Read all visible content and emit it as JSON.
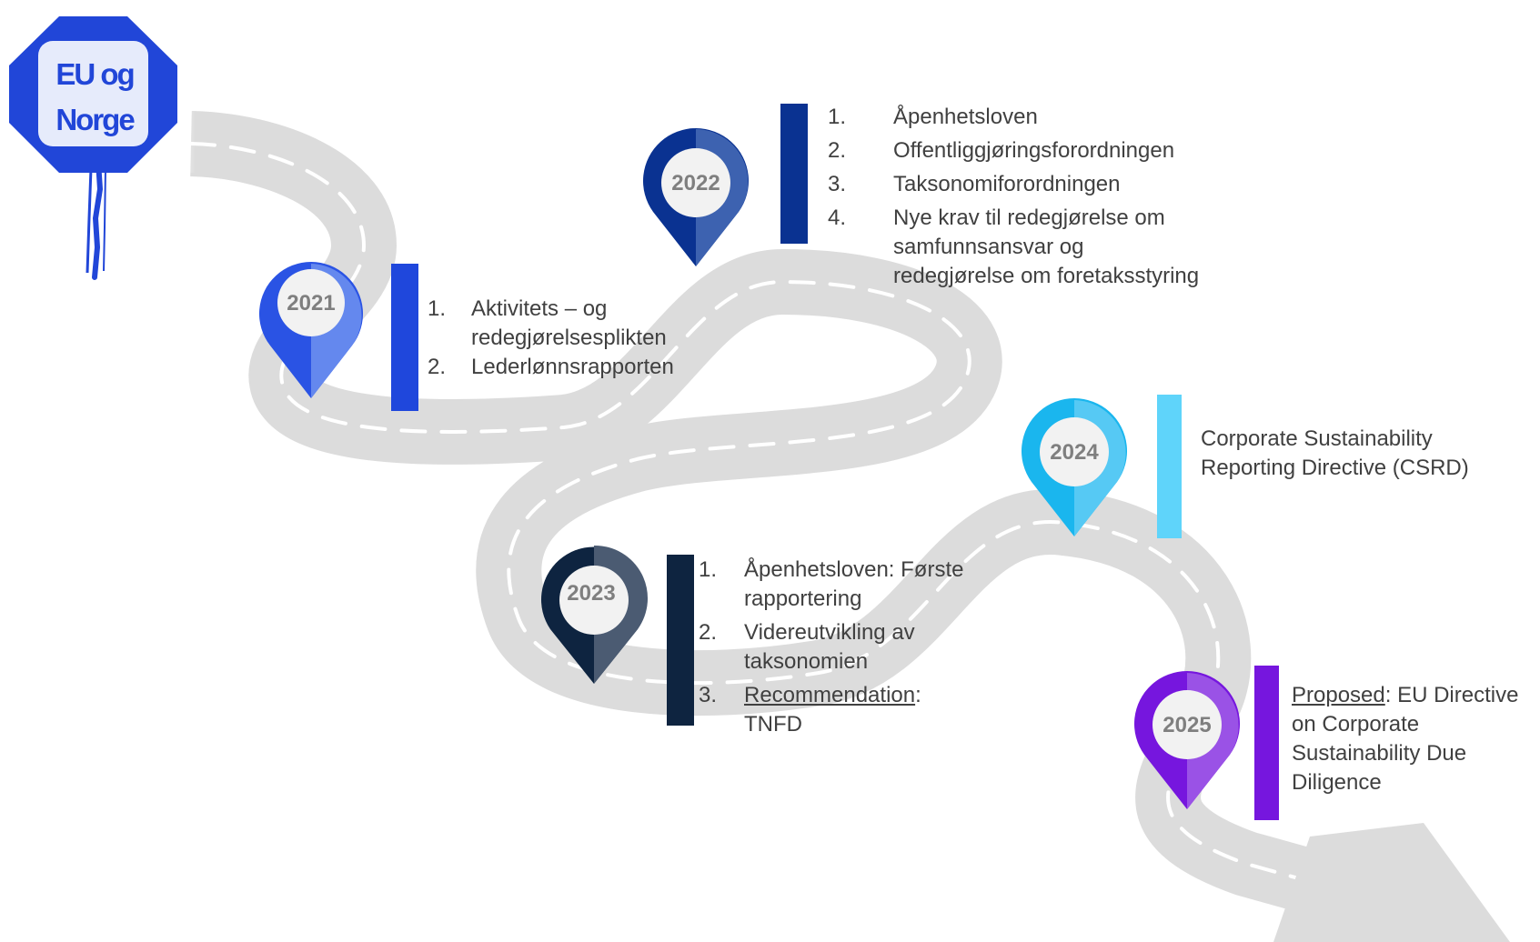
{
  "sign": {
    "line1": "EU og",
    "line2": "Norge"
  },
  "milestones": [
    {
      "year": "2021",
      "color": "#1f47dc",
      "items": [
        {
          "num": "1.",
          "text": "Aktivitets – og redegjørelsesplikten"
        },
        {
          "num": "2.",
          "text": "Lederlønnsrapporten"
        }
      ]
    },
    {
      "year": "2022",
      "color": "#0a3291",
      "items": [
        {
          "num": "1.",
          "text": "Åpenhetsloven"
        },
        {
          "num": "2.",
          "text": "Offentliggjøringsforordningen"
        },
        {
          "num": "3.",
          "text": "Taksonomiforordningen"
        },
        {
          "num": "4.",
          "text": "Nye krav til redegjørelse om samfunnsansvar og redegjørelse om foretaksstyring"
        }
      ]
    },
    {
      "year": "2023",
      "color": "#0e2440",
      "items": [
        {
          "num": "1.",
          "text": "Åpenhetsloven: Første rapportering"
        },
        {
          "num": "2.",
          "text": "Videreutvikling av taksonomien"
        },
        {
          "num": "3.",
          "underlined": "Recommendation",
          "text": ": TNFD"
        }
      ]
    },
    {
      "year": "2024",
      "color": "#1ab6ee",
      "items": [
        {
          "text": "Corporate Sustainability Reporting Directive (CSRD)"
        }
      ]
    },
    {
      "year": "2025",
      "color": "#7616de",
      "items": [
        {
          "underlined": "Proposed",
          "text": ": EU Directive on Corporate Sustainability Due Diligence"
        }
      ]
    }
  ]
}
